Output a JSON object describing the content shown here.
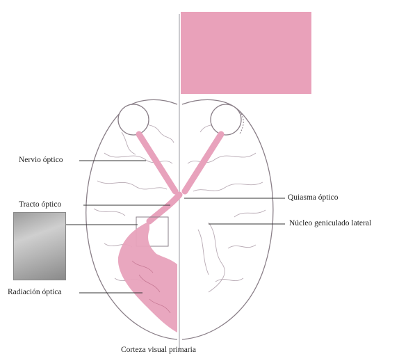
{
  "labels": {
    "optic_nerve": "Nervio óptico",
    "optic_tract": "Tracto óptico",
    "optic_radiation": "Radiación óptica",
    "optic_chiasm": "Quiasma óptico",
    "lateral_geniculate": "Núcleo geniculado lateral",
    "primary_visual_cortex": "Corteza visual primaria"
  },
  "colors": {
    "pathway_pink": "#e8a2bc",
    "top_pink_rect": "#e591ae",
    "brain_outline": "#8a7f88",
    "label_line": "#333333"
  }
}
